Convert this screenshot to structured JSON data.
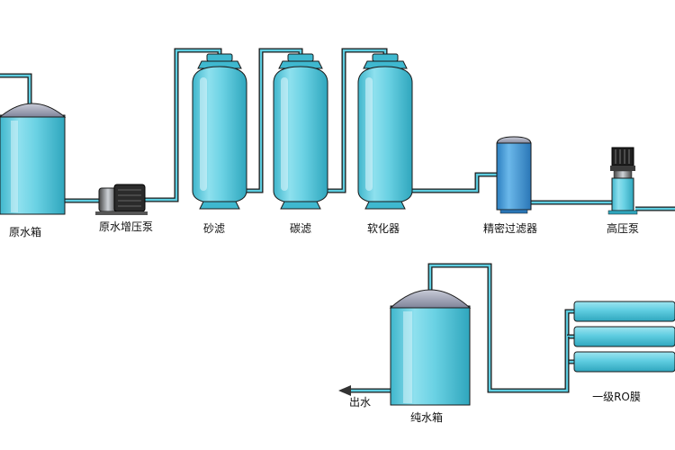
{
  "labels": {
    "raw_tank": "原水箱",
    "booster_pump": "原水增压泵",
    "sand_filter": "砂滤",
    "carbon_filter": "碳滤",
    "softener": "软化器",
    "precision_filter": "精密过滤器",
    "high_pressure_pump": "高压泵",
    "ro_membrane": "一级RO膜",
    "pure_tank": "纯水箱",
    "outlet": "出水"
  },
  "colors": {
    "tank_body": "#62cbe0",
    "tank_highlight": "#d7f4fa",
    "tank_dome": "#8d92a8",
    "tank_cap": "#3fb8cf",
    "pipe_outline": "#1a1a1a",
    "pipe_fill": "#5ecde0",
    "filter_blue": "#3a8fd0",
    "motor_dark": "#2b2b2b"
  }
}
